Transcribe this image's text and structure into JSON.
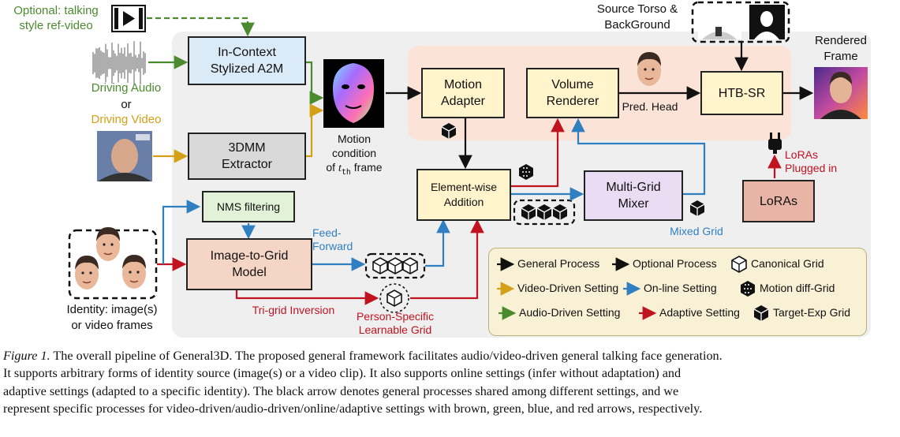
{
  "optional_video_label": "Optional: talking\nstyle ref-video",
  "driving_audio_label": "Driving Audio",
  "or_label": "or",
  "driving_video_label": "Driving Video",
  "boxes": {
    "a2m": "In-Context\nStylized A2M",
    "extractor": "3DMM\nExtractor",
    "motion_adapter": "Motion\nAdapter",
    "volume_renderer": "Volume\nRenderer",
    "htb_sr": "HTB-SR",
    "element_wise": "Element-wise\nAddition",
    "multi_grid": "Multi-Grid\nMixer",
    "loras": "LoRAs",
    "nms": "NMS filtering",
    "image_to_grid": "Image-to-Grid\nModel"
  },
  "motion_condition_label": "Motion\ncondition\nof",
  "motion_condition_math": "t",
  "motion_condition_sub": "th",
  "motion_condition_tail": " frame",
  "source_torso_label": "Source Torso &\nBackGround",
  "rendered_frame_label": "Rendered\nFrame",
  "pred_head_label": "Pred. Head",
  "loras_plugged_label": "LoRAs\nPlugged in",
  "mixed_grid_label": "Mixed Grid",
  "feed_forward_label": "Feed-\nForward",
  "tri_grid_label": "Tri-grid Inversion",
  "person_specific_label": "Person-Specific\nLearnable Grid",
  "identity_label": "Identity: image(s)\nor video frames",
  "legend": {
    "general": "General Process",
    "optional": "Optional Process",
    "canonical": "Canonical Grid",
    "video": "Video-Driven Setting",
    "online": "On-line Setting",
    "motion_diff": "Motion diff-Grid",
    "audio": "Audio-Driven Setting",
    "adaptive": "Adaptive Setting",
    "target_exp": "Target-Exp Grid"
  },
  "colors": {
    "general": "#111111",
    "video": "#d4a017",
    "online": "#2f7fc1",
    "audio": "#4c8a2f",
    "adaptive": "#c1121f"
  },
  "caption": {
    "figure": "Figure 1.",
    "line1": " The overall pipeline of General3D. The proposed general framework facilitates audio/video-driven general talking face generation.",
    "line2": "It supports arbitrary forms of identity source (image(s) or a video clip). It also supports online settings (infer without adaptation) and",
    "line3": "adaptive settings (adapted to a specific identity). The black arrow denotes general processes shared among different settings, and we",
    "line4": "represent specific processes for video-driven/audio-driven/online/adaptive settings with brown, green, blue, and red arrows, respectively."
  }
}
